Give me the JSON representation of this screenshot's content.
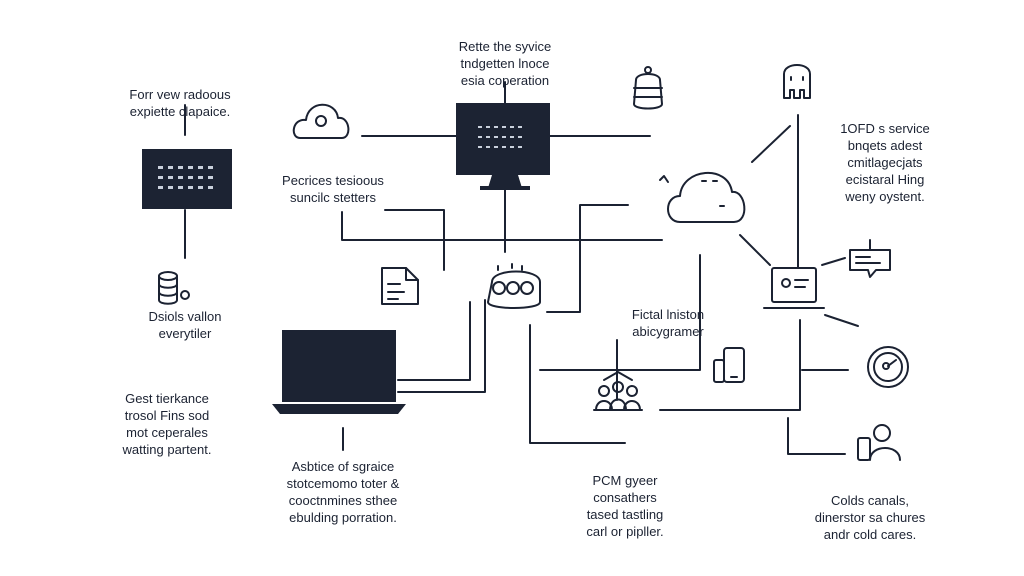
{
  "labels": {
    "top_center": [
      "Rette the syvice",
      "tndgetten lnoce",
      "esia coperation"
    ],
    "top_left": [
      "Forr vew radoous",
      "expiette clapaice."
    ],
    "top_right": [
      "1OFD s service",
      "bnqets adest",
      "cmitlagecjats",
      "ecistaral Hing",
      "weny oystent."
    ],
    "mid_left": [
      "Pecrices tesioous",
      "suncilc stetters"
    ],
    "left_mid": [
      "Dsiols vallon",
      "everytiler"
    ],
    "center_right": [
      "Fictal lniston",
      "abicygramer"
    ],
    "bottom_left": [
      "Gest tierkance",
      "trosol Fins sod",
      "mot ceperales",
      "watting partent."
    ],
    "bottom_center_left": [
      "Asbtice of sgraice",
      "stotcemomo toter &",
      "cooctnmines sthee",
      "ebulding porration."
    ],
    "bottom_center": [
      "PCM gyeer",
      "consathers",
      "tased tastling",
      "carl or pipller."
    ],
    "bottom_right": [
      "Colds canals,",
      "dinerstor sa chures",
      "andr cold cares."
    ]
  },
  "icons": [
    "cloud-icon",
    "server-icon",
    "database-icon",
    "monitor-icon",
    "cloud-icon",
    "lantern-icon",
    "robot-icon",
    "laptop-icon",
    "chat-icon",
    "document-icon",
    "group-icon",
    "phone-icon",
    "laptop-icon",
    "gauge-icon",
    "user-icon",
    "hub-icon"
  ],
  "colors": {
    "ink": "#1b2232",
    "panel": "#1c2333",
    "panel_dots": "#c9d0dc"
  }
}
